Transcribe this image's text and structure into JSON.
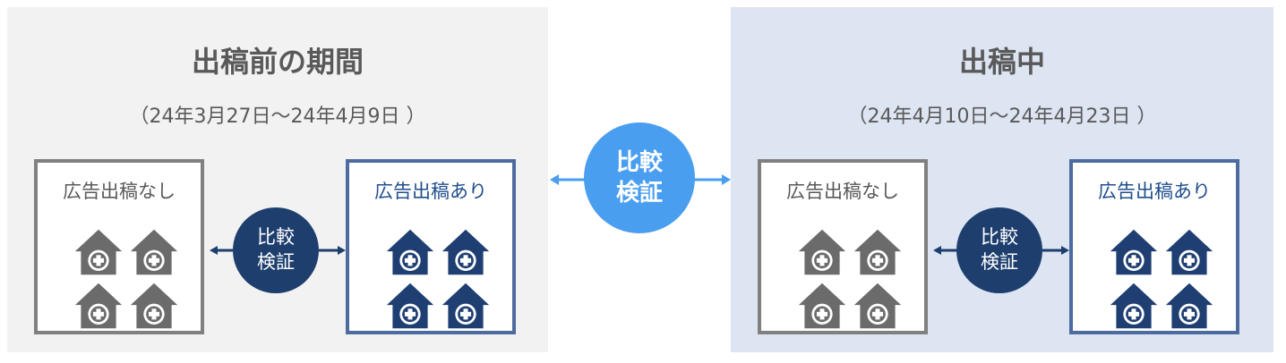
{
  "before": {
    "title": "出稿前の期間",
    "period": "（24年3月27日〜24年4月9日 ）",
    "no_ad_label": "広告出稿なし",
    "ad_label": "広告出稿あり",
    "compare": [
      "比較",
      "検証"
    ]
  },
  "during": {
    "title": "出稿中",
    "period": "（24年4月10日〜24年4月23日 ）",
    "no_ad_label": "広告出稿なし",
    "ad_label": "広告出稿あり",
    "compare": [
      "比較",
      "検証"
    ]
  },
  "center_compare": [
    "比較",
    "検証"
  ],
  "colors": {
    "before_bg": "#f2f2f2",
    "during_bg": "#dde4f2",
    "gray_house": "#6b6b6b",
    "blue_house": "#1f3f73",
    "small_circle": "#1e3f6e",
    "big_circle": "#4a9ef0"
  },
  "icons": {
    "house": "medical-house-icon"
  }
}
